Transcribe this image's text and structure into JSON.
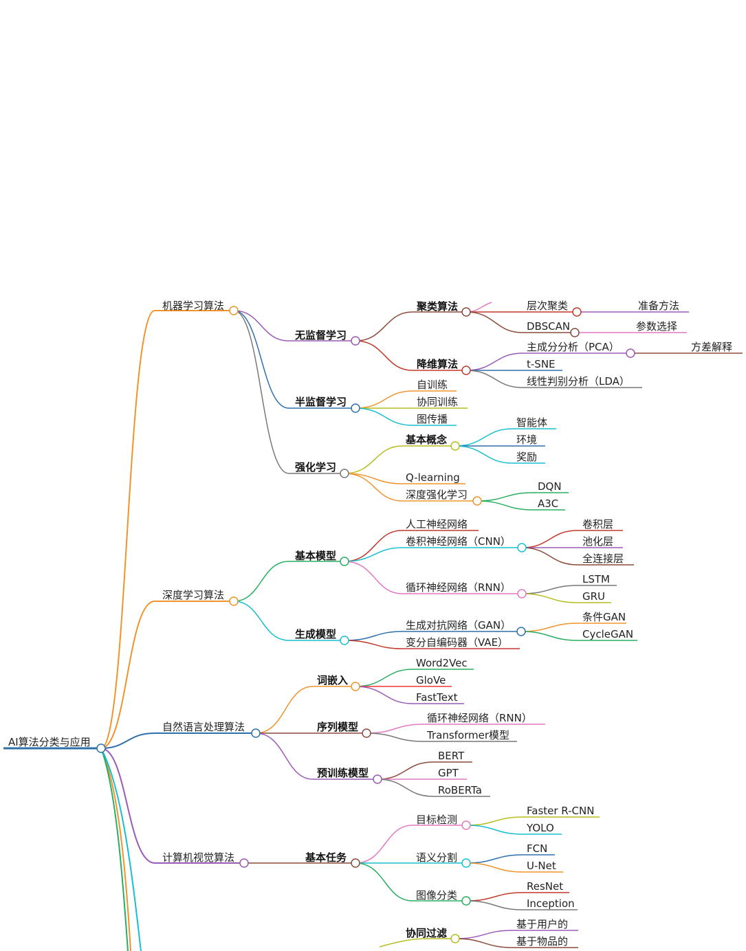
{
  "root": {
    "label": "AI算法分类与应用"
  },
  "branches": [
    {
      "label": "机器学习算法",
      "color": "#f0932b"
    },
    {
      "label": "深度学习算法",
      "color": "#f0932b"
    },
    {
      "label": "自然语言处理算法",
      "color": "#2c6fad"
    },
    {
      "label": "计算机视觉算法",
      "color": "#9b59b6"
    }
  ],
  "ml": {
    "unsupervised": "无监督学习",
    "clustering": "聚类算法",
    "hierarchical": "层次聚类",
    "criteria": "准备方法",
    "dbscan": "DBSCAN",
    "params": "参数选择",
    "dimred": "降维算法",
    "pca": "主成分分析（PCA）",
    "variance": "方差解释",
    "tsne": "t-SNE",
    "lda": "线性判别分析（LDA）",
    "semi": "半监督学习",
    "selftrain": "自训练",
    "cotrain": "协同训练",
    "graphprop": "图传播",
    "rl": "强化学习",
    "basics": "基本概念",
    "agent": "智能体",
    "env": "环境",
    "reward": "奖励",
    "qlearning": "Q-learning",
    "deeprl": "深度强化学习",
    "dqn": "DQN",
    "a3c": "A3C"
  },
  "dl": {
    "basic": "基本模型",
    "ann": "人工神经网络",
    "cnn": "卷积神经网络（CNN）",
    "conv": "卷积层",
    "pool": "池化层",
    "fc": "全连接层",
    "rnn": "循环神经网络（RNN）",
    "lstm": "LSTM",
    "gru": "GRU",
    "gen": "生成模型",
    "gan": "生成对抗网络（GAN）",
    "cgan": "条件GAN",
    "cyclegan": "CycleGAN",
    "vae": "变分自编码器（VAE）"
  },
  "nlp": {
    "embed": "词嵌入",
    "w2v": "Word2Vec",
    "glove": "GloVe",
    "fasttext": "FastText",
    "seq": "序列模型",
    "rnn": "循环神经网络（RNN）",
    "transformer": "Transformer模型",
    "pretrain": "预训练模型",
    "bert": "BERT",
    "gpt": "GPT",
    "roberta": "RoBERTa"
  },
  "cv": {
    "tasks": "基本任务",
    "detect": "目标检测",
    "frcnn": "Faster R-CNN",
    "yolo": "YOLO",
    "seg": "语义分割",
    "fcn": "FCN",
    "unet": "U-Net",
    "cls": "图像分类",
    "resnet": "ResNet",
    "inception": "Inception"
  },
  "rec": {
    "cf": "协同过滤",
    "user": "基于用户的",
    "item": "基于物品的"
  }
}
